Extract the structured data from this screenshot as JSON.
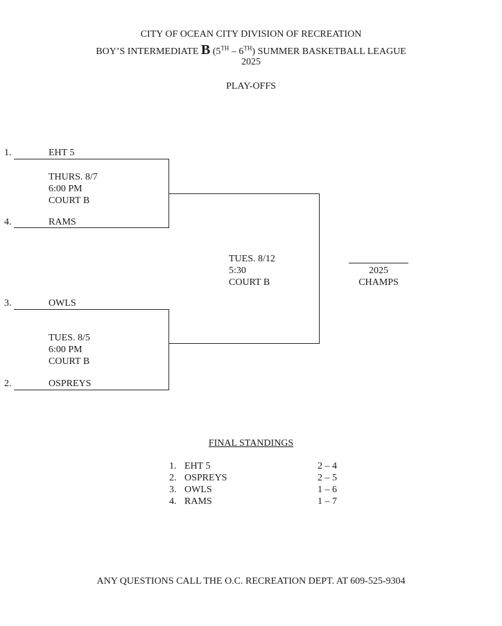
{
  "header": {
    "line1": "CITY OF OCEAN CITY DIVISION OF RECREATION",
    "line2_pre": "BOY’S INTERMEDIATE ",
    "line2_b": "B",
    "line2_open": " (5",
    "line2_sup1": "TH",
    "line2_dash": " – 6",
    "line2_sup2": "TH",
    "line2_post": ") SUMMER BASKETBALL LEAGUE",
    "year": "2025",
    "subtitle": "PLAY-OFFS"
  },
  "bracket": {
    "game1": {
      "top_seed": "1.",
      "top_team": "EHT 5",
      "bottom_seed": "4.",
      "bottom_team": "RAMS",
      "date": "THURS. 8/7",
      "time": "6:00 PM",
      "court": "COURT B"
    },
    "game2": {
      "top_seed": "3.",
      "top_team": "OWLS",
      "bottom_seed": "2.",
      "bottom_team": "OSPREYS",
      "date": "TUES. 8/5",
      "time": "6:00 PM",
      "court": "COURT B"
    },
    "final": {
      "date": "TUES. 8/12",
      "time": "5:30",
      "court": "COURT B"
    },
    "champ": {
      "year": "2025",
      "label": "CHAMPS"
    }
  },
  "standings": {
    "title": "FINAL STANDINGS",
    "rows": [
      {
        "rank": "1.",
        "team": "EHT 5",
        "record": "2 – 4"
      },
      {
        "rank": "2.",
        "team": "OSPREYS",
        "record": "2 – 5"
      },
      {
        "rank": "3.",
        "team": "OWLS",
        "record": "1 – 6"
      },
      {
        "rank": "4.",
        "team": "RAMS",
        "record": "1 – 7"
      }
    ]
  },
  "footer": "ANY QUESTIONS CALL THE O.C. RECREATION DEPT. AT 609-525-9304"
}
